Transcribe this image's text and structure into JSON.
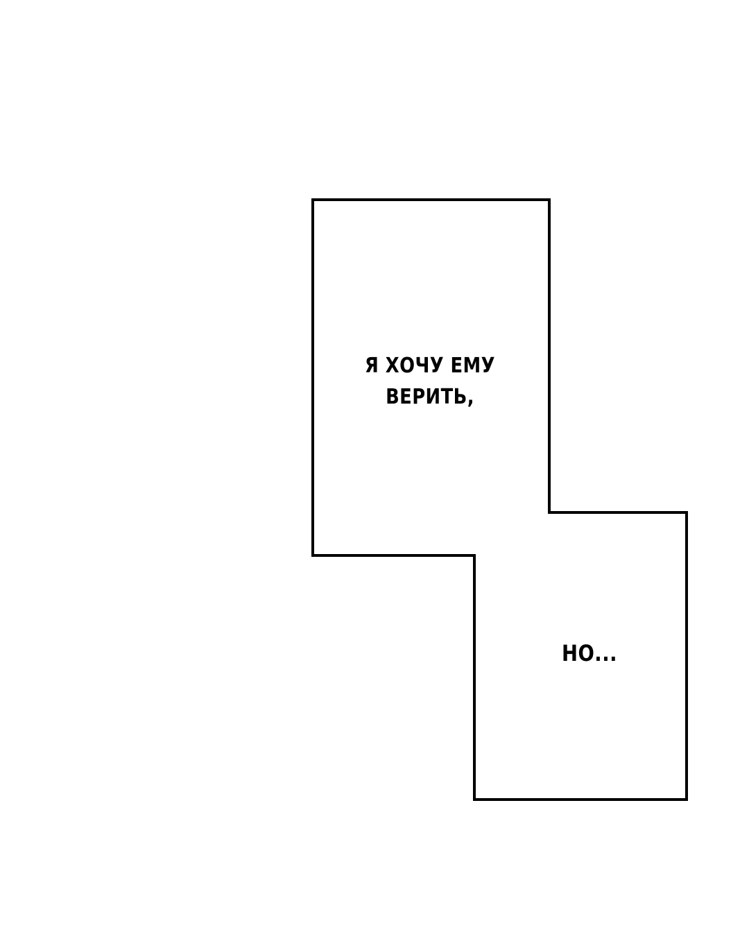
{
  "colors": {
    "background": "#ffffff",
    "panel_border": "#000000",
    "text": "#000000"
  },
  "captions": {
    "upper": {
      "line1": "Я ХОЧУ ЕМУ",
      "line2": "ВЕРИТЬ,"
    },
    "lower": {
      "text": "НО..."
    }
  }
}
